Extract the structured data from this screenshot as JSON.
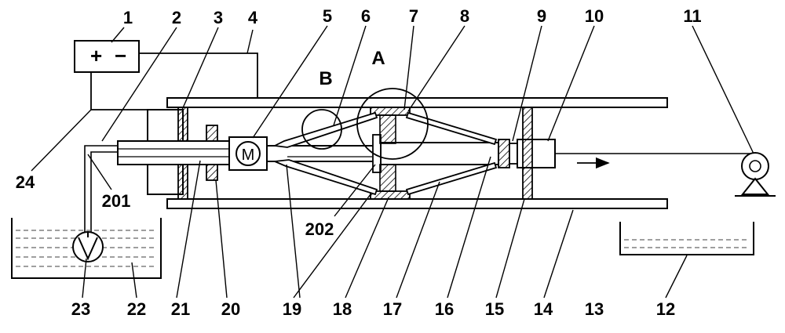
{
  "labels": {
    "n1": "1",
    "n2": "2",
    "n3": "3",
    "n4": "4",
    "n5": "5",
    "n6": "6",
    "n7": "7",
    "n8": "8",
    "n9": "9",
    "n10": "10",
    "n11": "11",
    "n12": "12",
    "n13": "13",
    "n14": "14",
    "n15": "15",
    "n16": "16",
    "n17": "17",
    "n18": "18",
    "n19": "19",
    "n20": "20",
    "n21": "21",
    "n22": "22",
    "n23": "23",
    "n24": "24",
    "n201": "201",
    "n202": "202",
    "A": "A",
    "B": "B"
  },
  "battery": {
    "plus": "+",
    "minus": "−"
  },
  "motor": {
    "label": "M"
  }
}
